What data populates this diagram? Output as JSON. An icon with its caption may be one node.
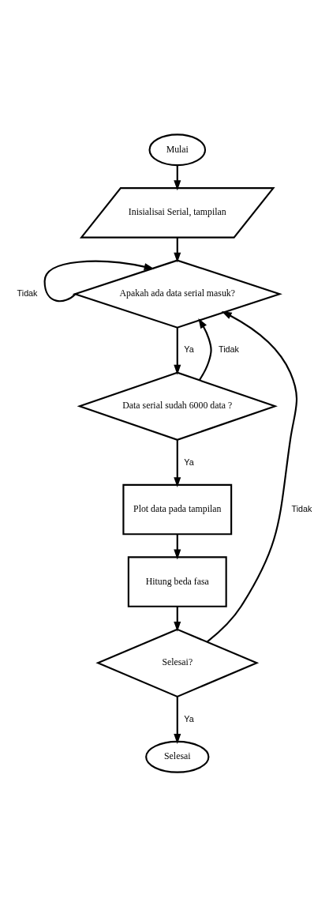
{
  "diagram": {
    "nodes": [
      {
        "text": [
          "Mulai"
        ]
      },
      {
        "text": [
          "Inisialisai Serial, tampilan"
        ]
      },
      {
        "text": [
          "Apakah ada data serial masuk?"
        ]
      },
      {
        "text": [
          "Data serial sudah 6000 data ?"
        ]
      },
      {
        "text": [
          "Plot data pada tampilan"
        ]
      },
      {
        "text": [
          "Hitung beda fasa"
        ]
      },
      {
        "text": [
          "Selesai?"
        ]
      },
      {
        "text": [
          "Selesai"
        ]
      }
    ],
    "edges": [
      {
        "from": 0,
        "to": 1,
        "arrow": "to"
      },
      {
        "from": 1,
        "to": 2,
        "arrow": "to"
      },
      {
        "from": 2,
        "to": 2,
        "arrow": "to",
        "label": "Tidak"
      },
      {
        "from": 2,
        "to": 3,
        "arrow": "to",
        "label": "Ya"
      },
      {
        "from": 3,
        "to": 2,
        "arrow": "to",
        "label": "Tidak"
      },
      {
        "from": 3,
        "to": 4,
        "arrow": "to",
        "label": "Ya"
      },
      {
        "from": 4,
        "to": 5,
        "arrow": "to"
      },
      {
        "from": 5,
        "to": 6,
        "arrow": "to"
      },
      {
        "from": 6,
        "to": 2,
        "arrow": "to",
        "label": "Tidak"
      },
      {
        "from": 6,
        "to": 7,
        "arrow": "to",
        "label": "Ya"
      }
    ]
  }
}
